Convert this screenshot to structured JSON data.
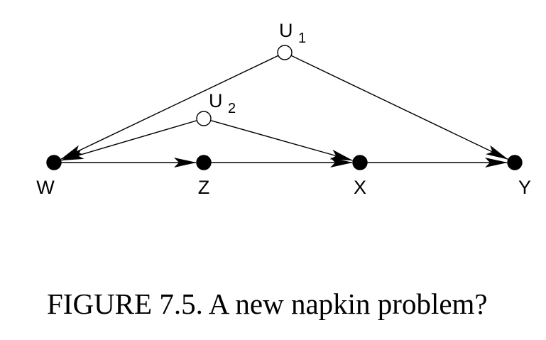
{
  "diagram": {
    "nodes": [
      {
        "id": "U1",
        "label": "U",
        "sub": "1",
        "type": "latent"
      },
      {
        "id": "U2",
        "label": "U",
        "sub": "2",
        "type": "latent"
      },
      {
        "id": "W",
        "label": "W",
        "type": "observed"
      },
      {
        "id": "Z",
        "label": "Z",
        "type": "observed"
      },
      {
        "id": "X",
        "label": "X",
        "type": "observed"
      },
      {
        "id": "Y",
        "label": "Y",
        "type": "observed"
      }
    ],
    "edges": [
      {
        "from": "U1",
        "to": "W"
      },
      {
        "from": "U1",
        "to": "Y"
      },
      {
        "from": "U2",
        "to": "W"
      },
      {
        "from": "U2",
        "to": "X"
      },
      {
        "from": "W",
        "to": "Z"
      },
      {
        "from": "Z",
        "to": "X"
      },
      {
        "from": "X",
        "to": "Y"
      }
    ],
    "colors": {
      "stroke": "#000000",
      "observed_fill": "#000000",
      "latent_fill": "#ffffff"
    }
  },
  "caption": "FIGURE 7.5. A new napkin problem?"
}
